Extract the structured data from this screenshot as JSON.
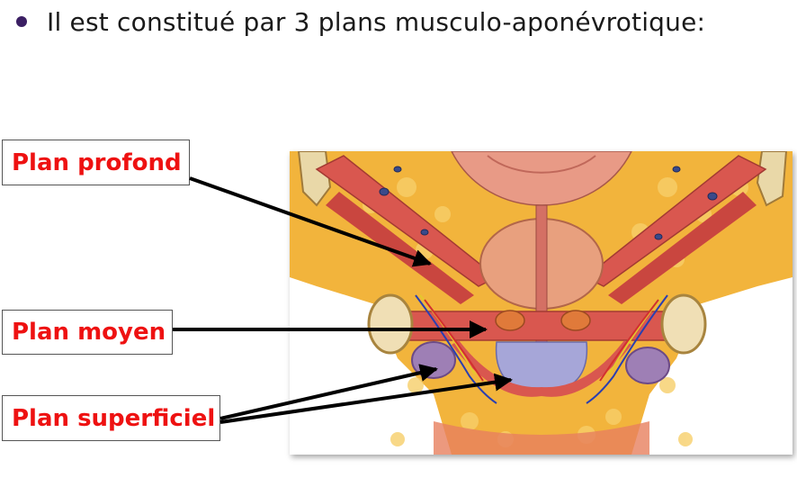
{
  "slide": {
    "bullet_text": "Il est constitué par 3 plans musculo-aponévrotique:"
  },
  "labels": {
    "profond": "Plan profond",
    "moyen": "Plan moyen",
    "superficiel": "Plan superficiel"
  },
  "colors": {
    "label_text": "#ee1111",
    "bullet": "#3b1f63",
    "arrow": "#000000"
  }
}
